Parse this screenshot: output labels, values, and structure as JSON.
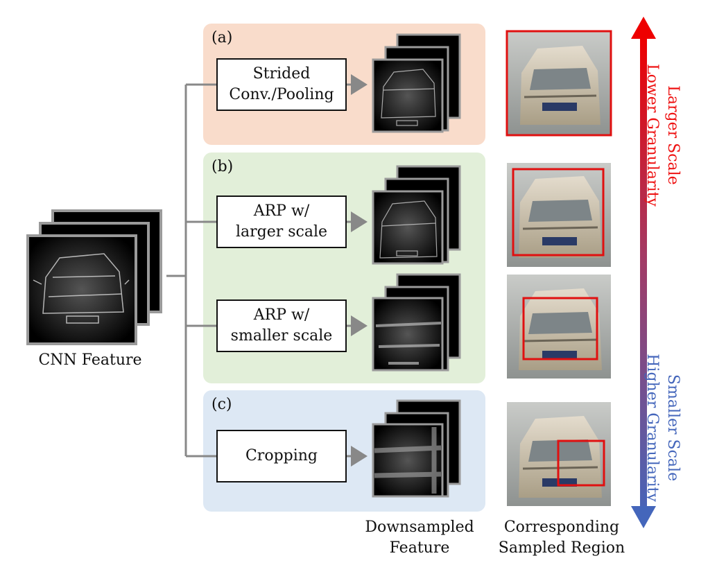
{
  "panels": [
    {
      "label": "(a)",
      "operation": "Strided\nConv./Pooling"
    },
    {
      "label": "(b)",
      "operation": "ARP w/\nlarger scale",
      "operation2": "ARP w/\nsmaller scale"
    },
    {
      "label": "(c)",
      "operation": "Cropping"
    }
  ],
  "captions": {
    "input": "CNN Feature",
    "downsampled": "Downsampled\nFeature",
    "region": "Corresponding\nSampled Region"
  },
  "scale_axis": {
    "top": "Larger Scale\nLower Granularity",
    "bottom": "Smaller Scale\nHigher Granularity",
    "top_color": "#ee1111",
    "bottom_color": "#4466bb"
  },
  "colors": {
    "panel_a": "#f9dccb",
    "panel_b": "#e2efd9",
    "panel_c": "#dde8f4",
    "sample_box": "#e01010",
    "connector": "#888888"
  },
  "icons": {
    "feature_stack": "stacked-feature-maps-icon",
    "car_photo": "car-photo-icon"
  }
}
